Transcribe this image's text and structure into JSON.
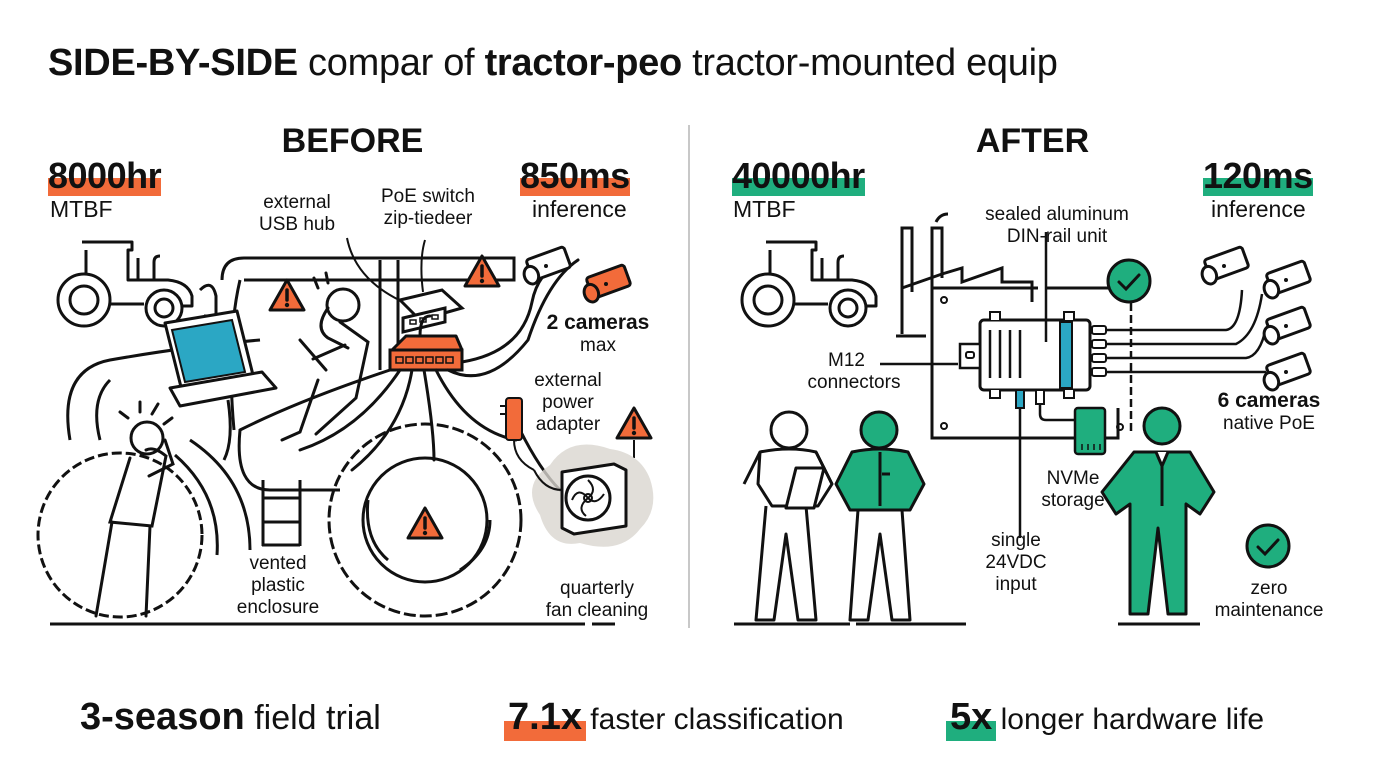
{
  "title": {
    "part1_bold": "SIDE-BY-SIDE",
    "part2": " compar of ",
    "part3_bold": "tractor-peo",
    "part4": " tractor-mounted equip"
  },
  "colors": {
    "before_accent": "#F26B3A",
    "after_accent": "#1FAE7E",
    "screen_blue": "#2BA7C4",
    "stroke": "#111111",
    "divider": "#C8C8C8",
    "dust": "#D9D6D0"
  },
  "before": {
    "heading": "BEFORE",
    "mtbf_value": "8000hr",
    "mtbf_label": "MTBF",
    "inference_value": "850ms",
    "inference_label": "inference",
    "labels": {
      "usb_hub": [
        "external",
        "USB hub"
      ],
      "poe_switch": [
        "PoE switch",
        "zip-tiedeer"
      ],
      "cameras_bold": "2 cameras",
      "cameras_sub": "max",
      "power_adapter": [
        "external",
        "power",
        "adapter"
      ],
      "enclosure": [
        "vented",
        "plastic",
        "enclosure"
      ],
      "fan_cleaning": [
        "quarterly",
        "fan cleaning"
      ]
    },
    "icons": [
      "tractor-icon",
      "laptop-icon",
      "warning-icon",
      "camera-icon",
      "usb-hub-icon",
      "poe-switch-icon",
      "power-adapter-icon",
      "fan-icon",
      "frustrated-person-icon"
    ]
  },
  "after": {
    "heading": "AFTER",
    "mtbf_value": "40000hr",
    "mtbf_label": "MTBF",
    "inference_value": "120ms",
    "inference_label": "inference",
    "labels": {
      "unit": [
        "sealed aluminum",
        "DIN-rail unit"
      ],
      "m12": [
        "M12",
        "connectors"
      ],
      "cameras_bold": "6 cameras",
      "cameras_sub": "native PoE",
      "nvme": [
        "NVMe",
        "storage"
      ],
      "power": [
        "single",
        "24VDC",
        "input"
      ],
      "maintenance": [
        "zero",
        "maintenance"
      ]
    },
    "icons": [
      "tractor-icon",
      "factory-icon",
      "din-rail-unit-icon",
      "camera-icon",
      "check-icon",
      "nvme-icon",
      "worker-icon"
    ]
  },
  "footer": [
    {
      "big": "3-season",
      "rest": " field trial",
      "highlight": ""
    },
    {
      "big": "7.1x",
      "rest": " faster classification",
      "highlight": "#F26B3A"
    },
    {
      "big": "5x",
      "rest": " longer hardware life",
      "highlight": "#1FAE7E"
    }
  ]
}
